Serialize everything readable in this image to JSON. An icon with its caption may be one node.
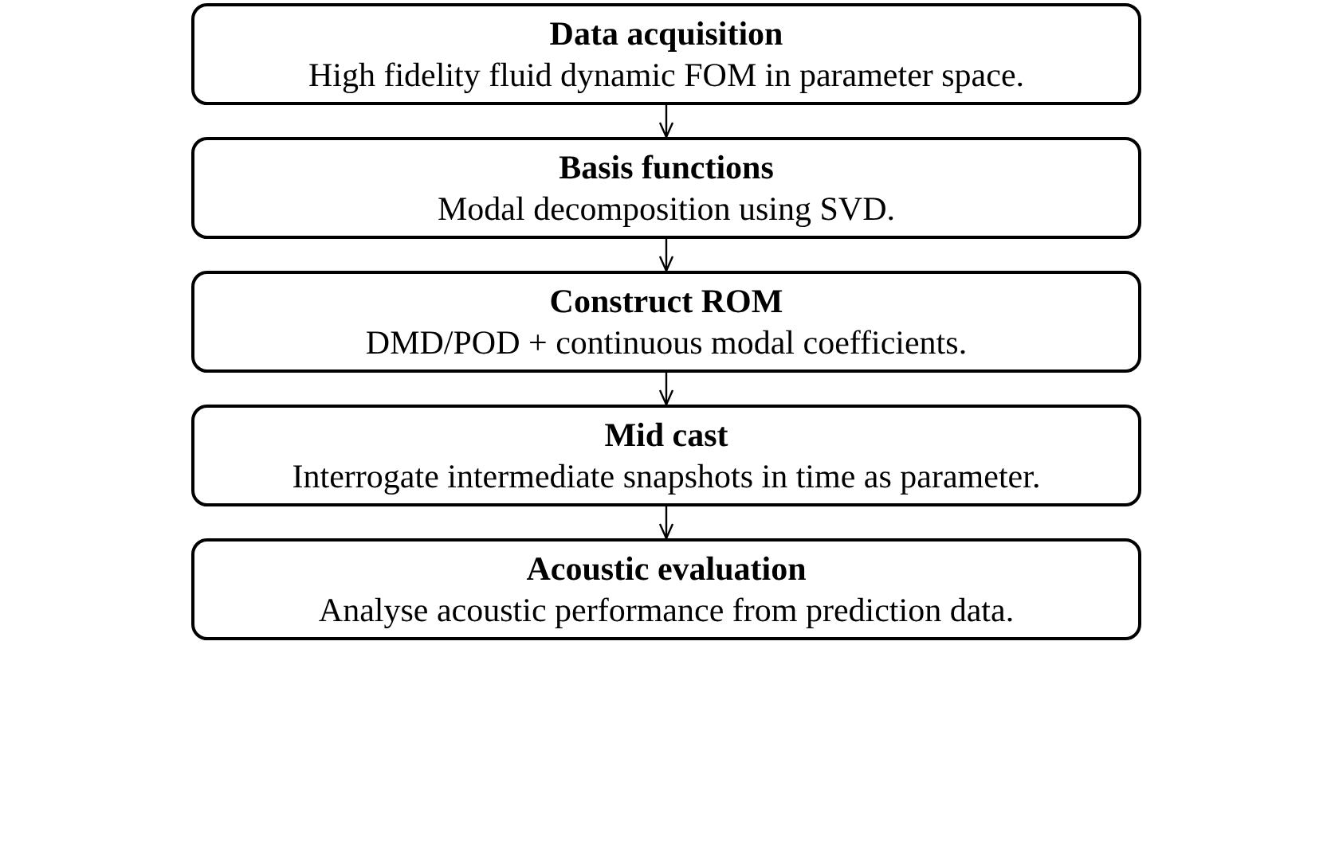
{
  "diagram": {
    "nodes": [
      {
        "text": [
          "Data acquisition",
          "High fidelity fluid dynamic FOM in parameter space."
        ]
      },
      {
        "text": [
          "Basis functions",
          "Modal decomposition using SVD."
        ]
      },
      {
        "text": [
          "Construct ROM",
          "DMD/POD + continuous modal coefficients."
        ]
      },
      {
        "text": [
          "Mid cast",
          "Interrogate intermediate snapshots in time as parameter."
        ]
      },
      {
        "text": [
          "Acoustic evaluation",
          "Analyse acoustic performance from prediction data."
        ]
      }
    ],
    "edges": [
      {
        "from": 0,
        "to": 1,
        "arrow": "to"
      },
      {
        "from": 1,
        "to": 2,
        "arrow": "to"
      },
      {
        "from": 2,
        "to": 3,
        "arrow": "to"
      },
      {
        "from": 3,
        "to": 4,
        "arrow": "to"
      }
    ]
  }
}
